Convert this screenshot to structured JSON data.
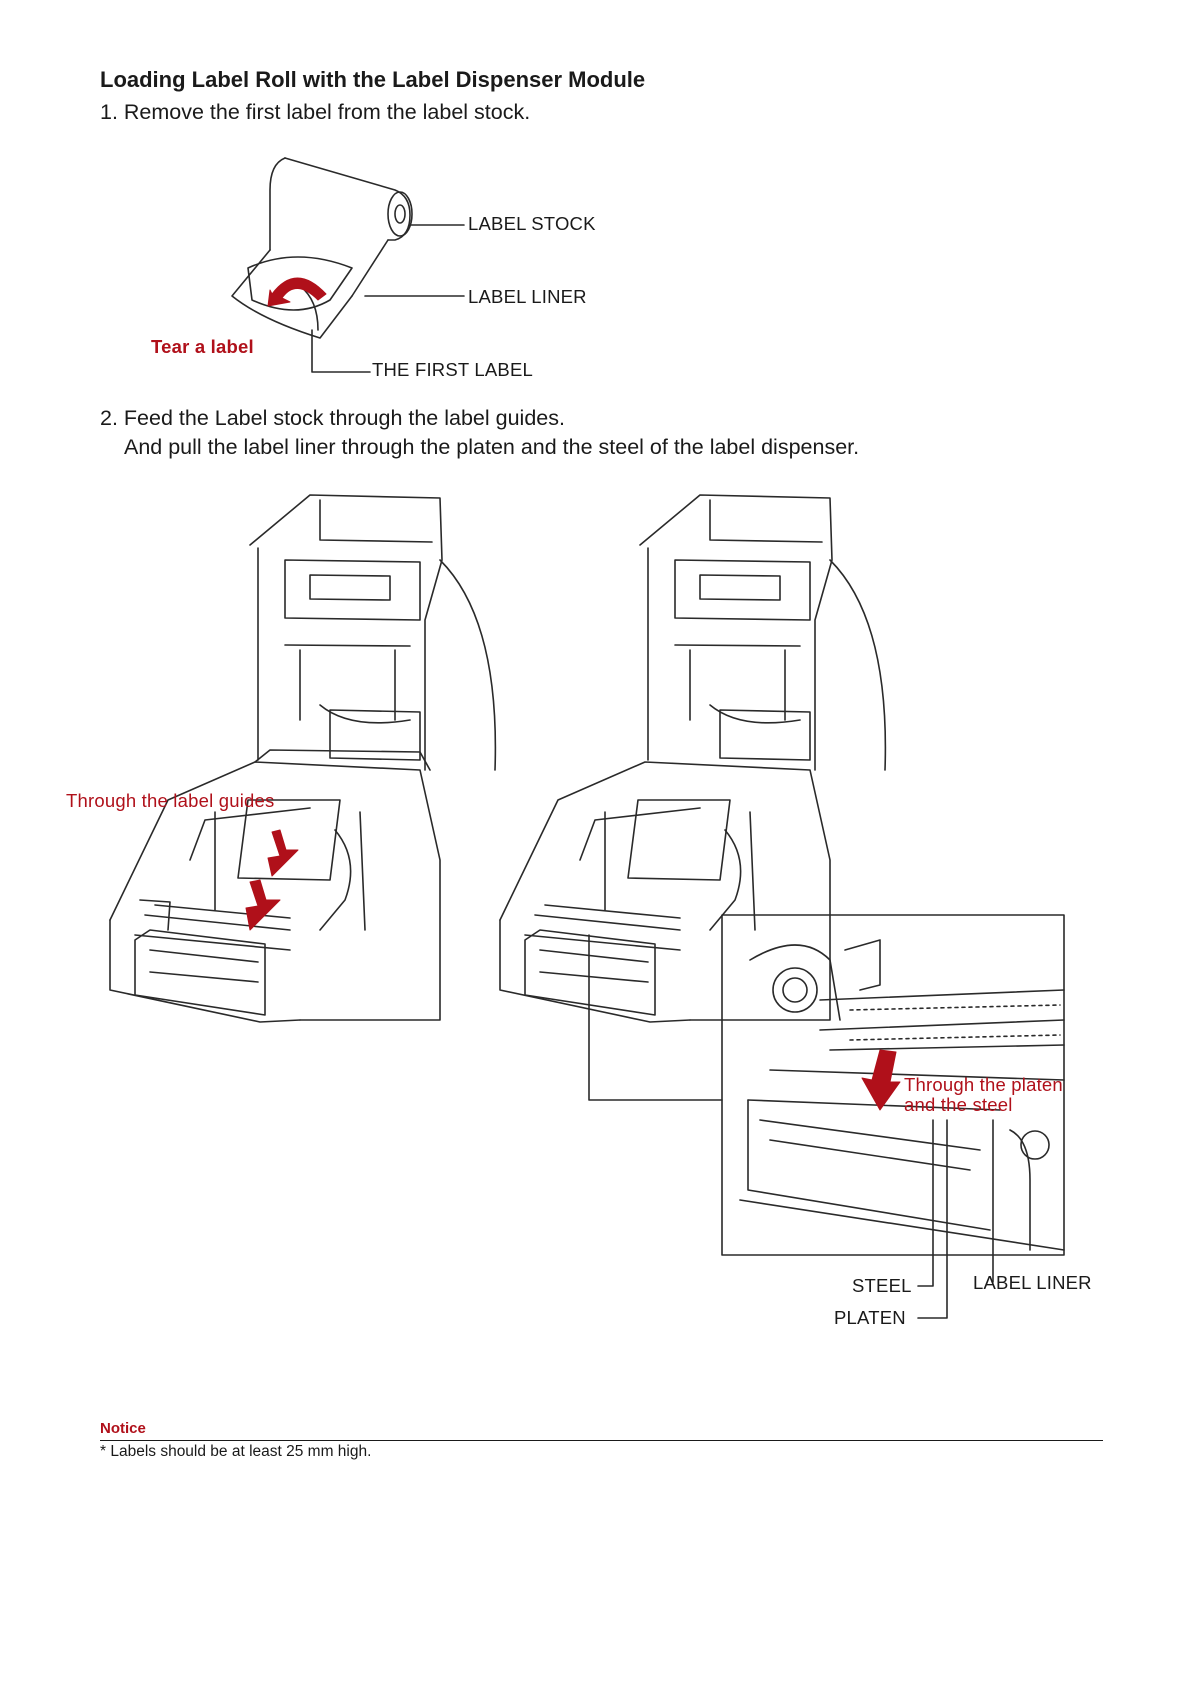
{
  "heading": "Loading Label Roll with the Label Dispenser Module",
  "step1": "1. Remove the first label from the label stock.",
  "figure1": {
    "label_stock": "LABEL STOCK",
    "label_liner": "LABEL LINER",
    "first_label": "THE FIRST LABEL",
    "tear_label": "Tear a label"
  },
  "step2": {
    "line1": "2. Feed the Label stock through the label guides.",
    "line2": "And pull the label liner through the platen and the steel of the label dispenser."
  },
  "figure2": {
    "through_guides": "Through the label guides",
    "through_platen_line1": "Through the platen",
    "through_platen_line2": "and the steel",
    "steel": "STEEL",
    "platen": "PLATEN",
    "label_liner": "LABEL LINER"
  },
  "notice": {
    "title": "Notice",
    "text": "* Labels should be at least 25 mm high."
  },
  "colors": {
    "accent_red": "#b0101a",
    "line_art": "#2a2a2a"
  }
}
